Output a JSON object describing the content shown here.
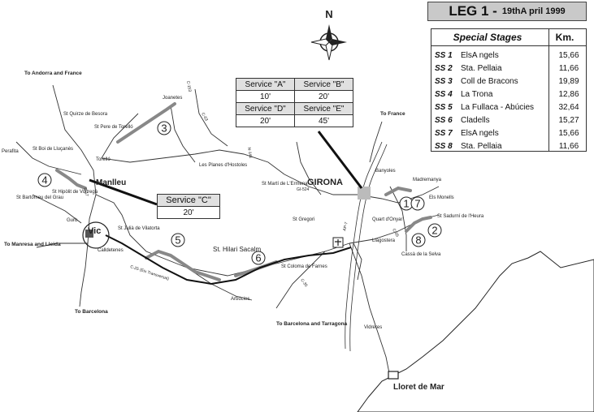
{
  "title": {
    "leg": "LEG 1 -",
    "date": "19thA pril 1999"
  },
  "stages_table": {
    "header_stage": "Special Stages",
    "header_km": "Km.",
    "rows": [
      {
        "code": "SS 1",
        "name": "ElsA ngels",
        "km": "15,66"
      },
      {
        "code": "SS 2",
        "name": "Sta. Pellaia",
        "km": "11,66"
      },
      {
        "code": "SS 3",
        "name": "Coll de Bracons",
        "km": "19,89"
      },
      {
        "code": "SS 4",
        "name": "La Trona",
        "km": "12,86"
      },
      {
        "code": "SS 5",
        "name": "La Fullaca - Abúcies",
        "km": "32,64"
      },
      {
        "code": "SS 6",
        "name": "Cladells",
        "km": "15,27"
      },
      {
        "code": "SS 7",
        "name": "ElsA ngels",
        "km": "15,66"
      },
      {
        "code": "SS 8",
        "name": "Sta. Pellaia",
        "km": "11,66"
      }
    ]
  },
  "service_table": {
    "a_label": "Service \"A\"",
    "b_label": "Service \"B\"",
    "a_value": "10'",
    "b_value": "20'",
    "d_label": "Service \"D\"",
    "e_label": "Service \"E\"",
    "d_value": "20'",
    "e_value": "45'"
  },
  "service_c": {
    "label": "Service \"C\"",
    "value": "20'"
  },
  "compass": {
    "letter": "N"
  },
  "destinations": {
    "andorra": "To Andorra and France",
    "france": "To France",
    "manresa": "To Manresa and Lleida",
    "barcelona": "To Barcelona",
    "barcelona_tarragona": "To Barcelona and Tarragona"
  },
  "towns": {
    "manlleu": "Manlleu",
    "vic": "Vic",
    "girona": "GIRONA",
    "lloret": "Lloret de Mar",
    "st_hilari": "St. Hilari Sacalm",
    "joanetes": "Joanetes",
    "st_quirze": "St Quirze de Besora",
    "st_pere": "St Pere de Torelló",
    "torello": "Torelló",
    "les_planes": "Les Planes d'Hostoles",
    "st_marti": "St Martí de L'Ermena",
    "st_gregori": "St Gregori",
    "banyoles": "Banyoles",
    "madremanya": "Madremanya",
    "monells": "Els Monells",
    "st_sadurni": "St Sadurní de l'Heura",
    "quart": "Quart d'Onyar",
    "llagostera": "Llagostera",
    "cassa": "Cassà de la Selva",
    "st_coloma": "St Coloma de Farnes",
    "vidreres": "Vidreres",
    "arbucies": "Arbúcies",
    "st_julia": "St Julià de Vilatorta",
    "calldetenes": "Calldetenes",
    "gurb": "Gurb",
    "perafita": "Perafita",
    "st_boi": "St Boi de Lluçanès",
    "st_bartomeu": "St Bartomeu del Grau",
    "st_hipolit": "St Hipòlit de Voltregà"
  },
  "roads": {
    "c25": "C-25 (Eix Transversal)",
    "c153": "C-153",
    "c17": "C-17",
    "ap7": "AP-7",
    "n141": "N-141",
    "gi524": "GI-524",
    "c63": "C-63",
    "c65": "C-65",
    "c35": "C-35"
  },
  "stage_markers": [
    {
      "id": "1",
      "label": "1"
    },
    {
      "id": "2",
      "label": "2"
    },
    {
      "id": "3",
      "label": "3"
    },
    {
      "id": "4",
      "label": "4"
    },
    {
      "id": "5",
      "label": "5"
    },
    {
      "id": "6",
      "label": "6"
    },
    {
      "id": "7",
      "label": "7"
    },
    {
      "id": "8",
      "label": "8"
    }
  ]
}
